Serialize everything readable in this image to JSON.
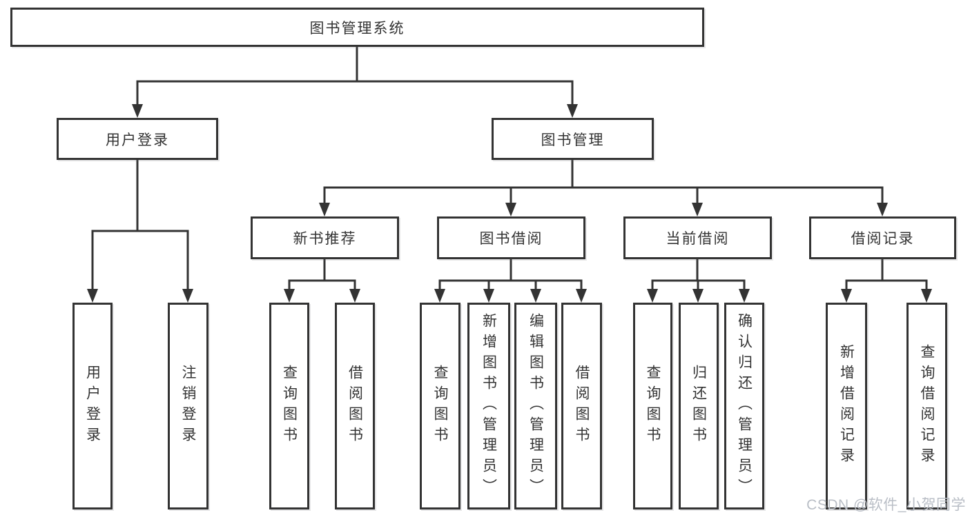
{
  "colors": {
    "line": "#333333",
    "text": "#333333",
    "background": "#ffffff",
    "watermark_text": "#b9bec6"
  },
  "diagram": {
    "root_label": "图书管理系统",
    "level1": [
      {
        "label": "用户登录",
        "children": [
          {
            "label": "用户登录"
          },
          {
            "label": "注销登录"
          }
        ]
      },
      {
        "label": "图书管理",
        "children": [
          {
            "label": "新书推荐",
            "children": [
              {
                "label": "查询图书"
              },
              {
                "label": "借阅图书"
              }
            ]
          },
          {
            "label": "图书借阅",
            "children": [
              {
                "label": "查询图书"
              },
              {
                "label": "新增图书（管理员）"
              },
              {
                "label": "编辑图书（管理员）"
              },
              {
                "label": "借阅图书"
              }
            ]
          },
          {
            "label": "当前借阅",
            "children": [
              {
                "label": "查询图书"
              },
              {
                "label": "归还图书"
              },
              {
                "label": "确认归还（管理员）"
              }
            ]
          },
          {
            "label": "借阅记录",
            "children": [
              {
                "label": "新增借阅记录"
              },
              {
                "label": "查询借阅记录"
              }
            ]
          }
        ]
      }
    ]
  },
  "watermark": {
    "text": "CSDN @软件_小贺同学"
  }
}
